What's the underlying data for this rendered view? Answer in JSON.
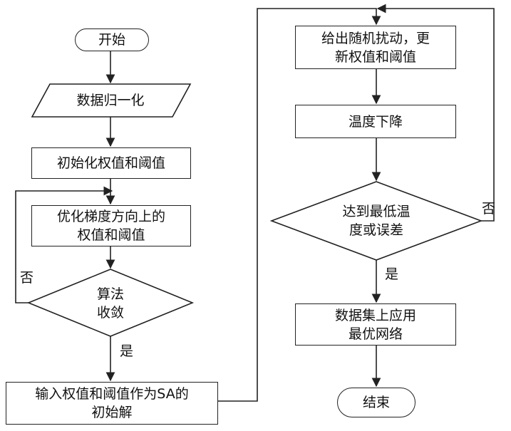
{
  "nodes": {
    "start": "开始",
    "normalize": "数据归一化",
    "init": "初始化权值和阈值",
    "grad": [
      "优化梯度方向上的",
      "权值和阈值"
    ],
    "converge": [
      "算法",
      "收敛"
    ],
    "output": [
      "输入权值和阈值作为SA的",
      "初始解"
    ],
    "perturb": [
      "给出随机扰动，更",
      "新权值和阈值"
    ],
    "cool": "温度下降",
    "check": [
      "达到最低温",
      "度或误差"
    ],
    "apply": [
      "数据集上应用",
      "最优网络"
    ],
    "end": "结束"
  },
  "labels": {
    "no_left": "否",
    "yes_left": "是",
    "no_right": "否",
    "yes_right": "是"
  }
}
